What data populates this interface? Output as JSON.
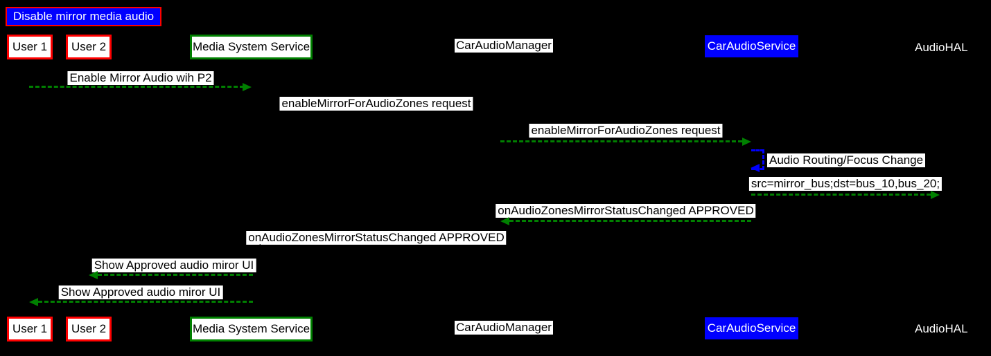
{
  "diagram": {
    "title": "Disable mirror media audio",
    "participants": [
      {
        "name": "User 1"
      },
      {
        "name": "User 2"
      },
      {
        "name": "Media System Service"
      },
      {
        "name": "CarAudioManager"
      },
      {
        "name": "CarAudioService"
      },
      {
        "name": "AudioHAL"
      }
    ],
    "messages": [
      {
        "text": "Enable Mirror Audio wih P2",
        "from": "User 1",
        "to": "Media System Service",
        "arrow": "green-dashed-right"
      },
      {
        "text": "enableMirrorForAudioZones request",
        "from": "Media System Service",
        "to": "CarAudioManager",
        "arrow": "hidden-black-right"
      },
      {
        "text": "enableMirrorForAudioZones request",
        "from": "CarAudioManager",
        "to": "CarAudioService",
        "arrow": "green-dashed-right"
      },
      {
        "text": "Audio Routing/Focus Change",
        "from": "CarAudioService",
        "to": "CarAudioService",
        "arrow": "blue-dashed-self"
      },
      {
        "text": "src=mirror_bus;dst=bus_10,bus_20;",
        "from": "CarAudioService",
        "to": "AudioHAL",
        "arrow": "green-dashed-right"
      },
      {
        "text": "onAudioZonesMirrorStatusChanged APPROVED",
        "from": "CarAudioService",
        "to": "CarAudioManager",
        "arrow": "green-dashed-left"
      },
      {
        "text": "onAudioZonesMirrorStatusChanged APPROVED",
        "from": "CarAudioManager",
        "to": "Media System Service",
        "arrow": "hidden-black-left"
      },
      {
        "text": "Show Approved audio miror UI",
        "from": "Media System Service",
        "to": "User 2",
        "arrow": "green-dashed-left"
      },
      {
        "text": "Show Approved audio miror UI",
        "from": "Media System Service",
        "to": "User 1",
        "arrow": "green-dashed-left"
      }
    ],
    "colors": {
      "background": "#000000",
      "title_bg": "#0000ff",
      "title_border": "#ff0000",
      "user_box_border": "#ff0000",
      "media_service_border": "#008000",
      "car_audio_service_bg": "#0000ff",
      "arrow_green": "#008000",
      "arrow_blue": "#0000ff",
      "label_bg": "#ffffff",
      "label_text": "#000000"
    }
  }
}
